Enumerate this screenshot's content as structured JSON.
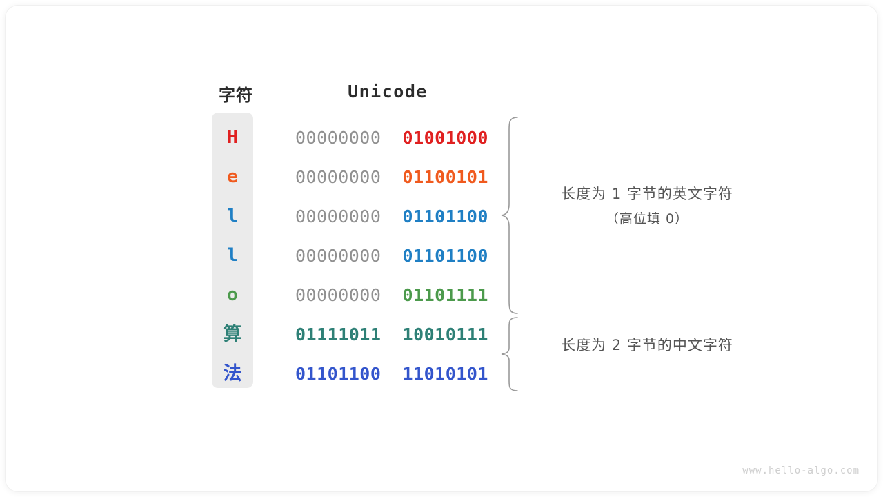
{
  "figure": {
    "headers": {
      "char": "字符",
      "unicode": "Unicode"
    },
    "rows": [
      {
        "char": "H",
        "color": "#e02020",
        "high_byte": "00000000",
        "low_byte": "01001000",
        "high_is_pad": true,
        "cjk": false
      },
      {
        "char": "e",
        "color": "#f05a1e",
        "high_byte": "00000000",
        "low_byte": "01100101",
        "high_is_pad": true,
        "cjk": false
      },
      {
        "char": "l",
        "color": "#1f7fc4",
        "high_byte": "00000000",
        "low_byte": "01101100",
        "high_is_pad": true,
        "cjk": false
      },
      {
        "char": "l",
        "color": "#1f7fc4",
        "high_byte": "00000000",
        "low_byte": "01101100",
        "high_is_pad": true,
        "cjk": false
      },
      {
        "char": "o",
        "color": "#4c9a4c",
        "high_byte": "00000000",
        "low_byte": "01101111",
        "high_is_pad": true,
        "cjk": false
      },
      {
        "char": "算",
        "color": "#2e8076",
        "high_byte": "01111011",
        "low_byte": "10010111",
        "high_is_pad": false,
        "cjk": true
      },
      {
        "char": "法",
        "color": "#3355cc",
        "high_byte": "01101100",
        "low_byte": "11010101",
        "high_is_pad": false,
        "cjk": true
      }
    ],
    "annotations": [
      {
        "line1": "长度为 1 字节的英文字符",
        "line2": "（高位填 0）"
      },
      {
        "line1": "长度为 2 字节的中文字符",
        "line2": ""
      }
    ],
    "watermark": "www.hello-algo.com",
    "colors": {
      "pad_gray": "#909090",
      "column_bg": "#ebebeb",
      "annotation_text": "#555555",
      "brace_stroke": "#9a9a9a"
    }
  }
}
